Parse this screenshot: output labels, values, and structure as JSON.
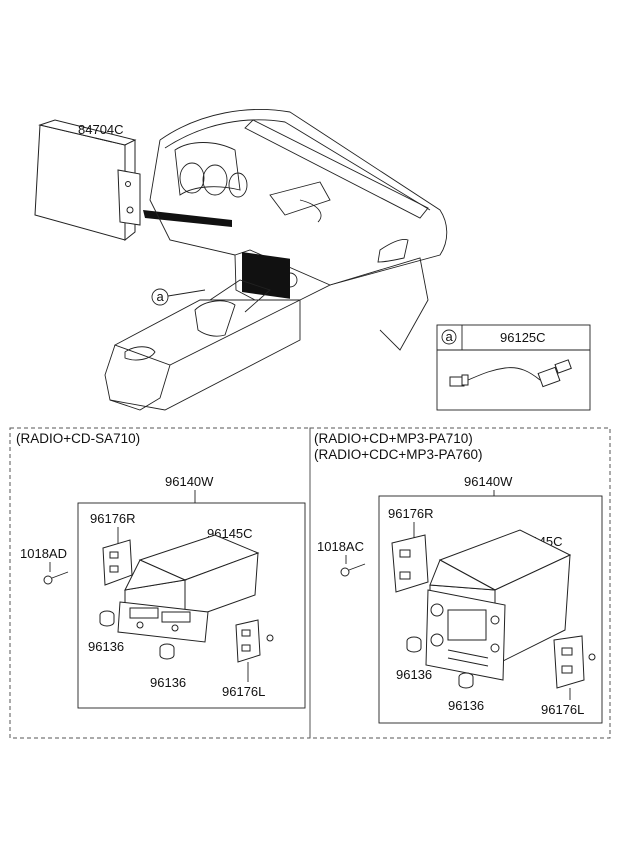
{
  "top": {
    "display_part": "84704C",
    "callout_symbol": "a",
    "cable_box": {
      "symbol": "a",
      "part": "96125C"
    }
  },
  "left_panel": {
    "header": "(RADIO+CD-SA710)",
    "assembly": "96140W",
    "bracket_r": "96176R",
    "screw": "1018AD",
    "housing": "96145C",
    "knob_1": "96136",
    "knob_2": "96136",
    "bracket_l": "96176L"
  },
  "right_panel": {
    "header_1": "(RADIO+CD+MP3-PA710)",
    "header_2": "(RADIO+CDC+MP3-PA760)",
    "assembly": "96140W",
    "bracket_r": "96176R",
    "screw": "1018AC",
    "housing": "96145C",
    "knob_1": "96136",
    "knob_2": "96136",
    "bracket_l": "96176L"
  }
}
